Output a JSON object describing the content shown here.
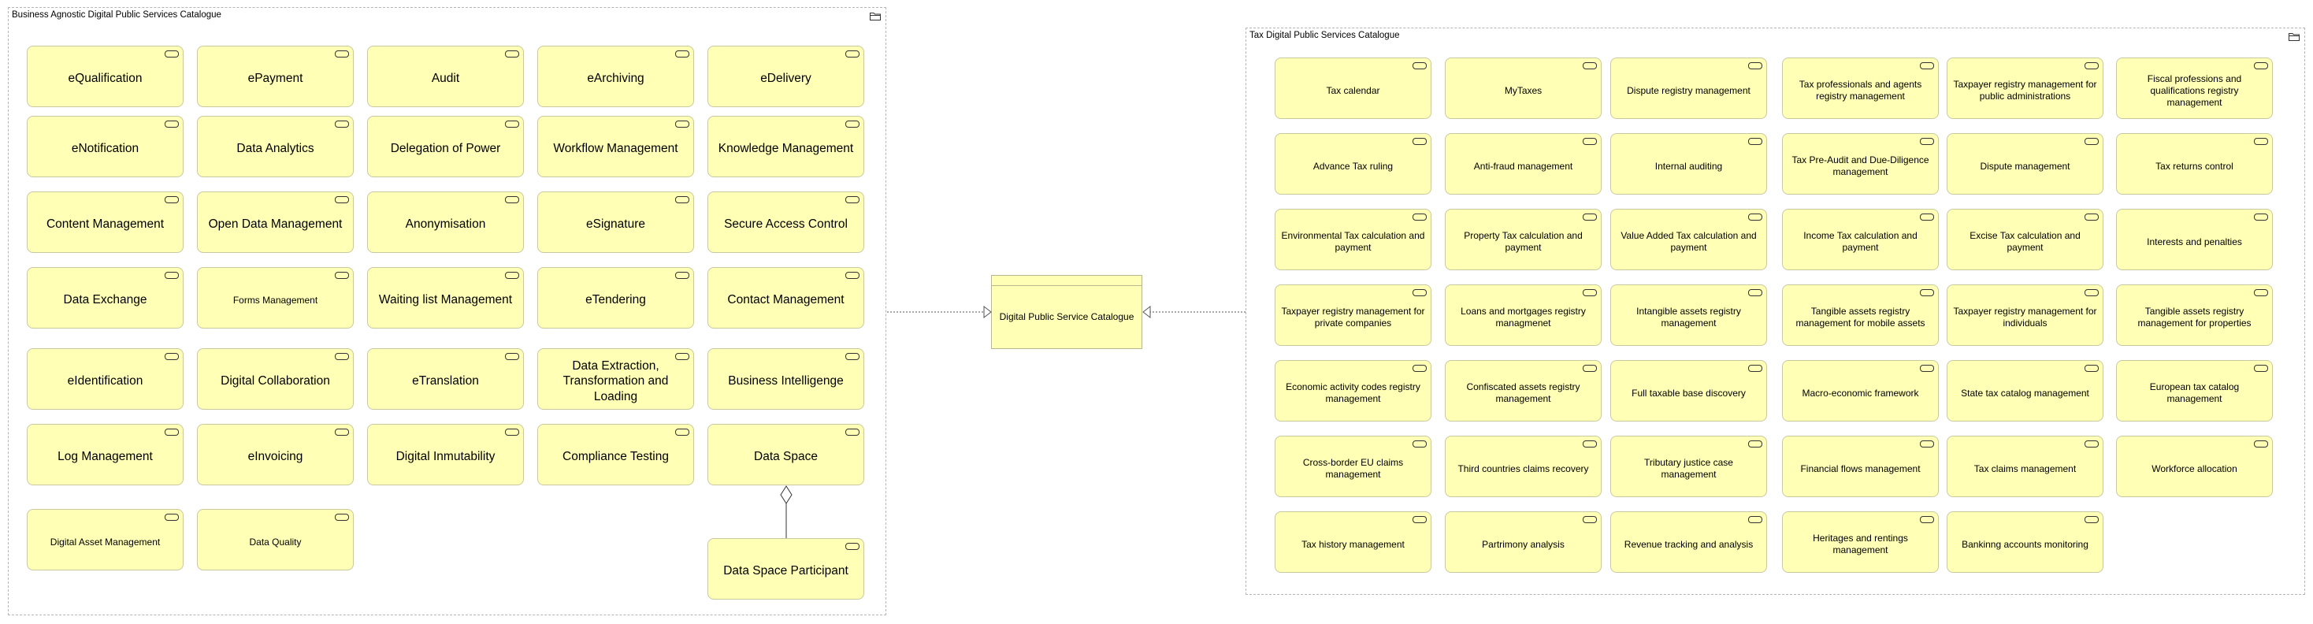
{
  "left_group": {
    "title": "Business Agnostic Digital Public Services Catalogue",
    "tiles": [
      "eQualification",
      "ePayment",
      "Audit",
      "eArchiving",
      "eDelivery",
      "eNotification",
      "Data Analytics",
      "Delegation of Power",
      "Workflow Management",
      "Knowledge Management",
      "Content Management",
      "Open Data Management",
      "Anonymisation",
      "eSignature",
      "Secure Access Control",
      "Data Exchange",
      "Forms Management",
      "Waiting list Management",
      "eTendering",
      "Contact Management",
      "eIdentification",
      "Digital Collaboration",
      "eTranslation",
      "Data Extraction, Transformation and Loading",
      "Business Intelligenge",
      "Log Management",
      "eInvoicing",
      "Digital Inmutability",
      "Compliance Testing",
      "Data Space",
      "Digital Asset Management",
      "Data Quality"
    ],
    "data_space_participant": "Data Space Participant"
  },
  "center": {
    "label": "Digital Public Service Catalogue"
  },
  "right_group": {
    "title": "Tax Digital Public Services Catalogue",
    "tiles": [
      "Tax calendar",
      "MyTaxes",
      "Dispute registry management",
      "Tax professionals and agents registry management",
      "Taxpayer registry management for public administrations",
      "Fiscal professions and qualifications registry management",
      "Advance Tax ruling",
      "Anti-fraud management",
      "Internal auditing",
      "Tax Pre-Audit and Due-Diligence management",
      "Dispute management",
      "Tax returns control",
      "Environmental Tax calculation and payment",
      "Property Tax  calculation and payment",
      "Value Added Tax calculation and payment",
      "Income Tax  calculation and payment",
      "Excise Tax  calculation and payment",
      "Interests and penalties",
      "Taxpayer registry management for private companies",
      "Loans and mortgages registry managmenet",
      "Intangible assets registry management",
      "Tangible assets registry management for mobile assets",
      "Taxpayer registry management for individuals",
      "Tangible assets registry management for properties",
      "Economic activity codes registry management",
      "Confiscated assets registry management",
      "Full taxable base discovery",
      "Macro-economic framework",
      "State tax catalog management",
      "European tax catalog management",
      "Cross-border EU claims management",
      "Third countries claims recovery",
      "Tributary justice case management",
      "Financial flows management",
      "Tax claims management",
      "Workforce allocation",
      "Tax history management",
      "Partrimony analysis",
      "Revenue tracking and analysis",
      "Heritages and rentings management",
      "Bankinng accounts monitoring"
    ]
  },
  "colors": {
    "tile_fill": "#ffffb5",
    "tile_border": "#c9c9a0",
    "group_border": "#b5b5b5"
  }
}
